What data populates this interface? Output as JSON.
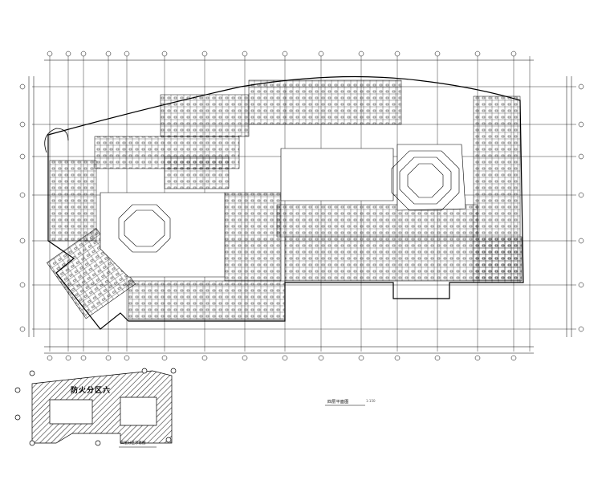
{
  "drawing": {
    "plan_title": "四层平面图",
    "plan_scale": "1:150",
    "zone_label": "防火分区六",
    "key_plan_title": "四层分区示意图"
  },
  "colors": {
    "line": "#000000",
    "background": "#ffffff",
    "hatch": "#333333"
  }
}
